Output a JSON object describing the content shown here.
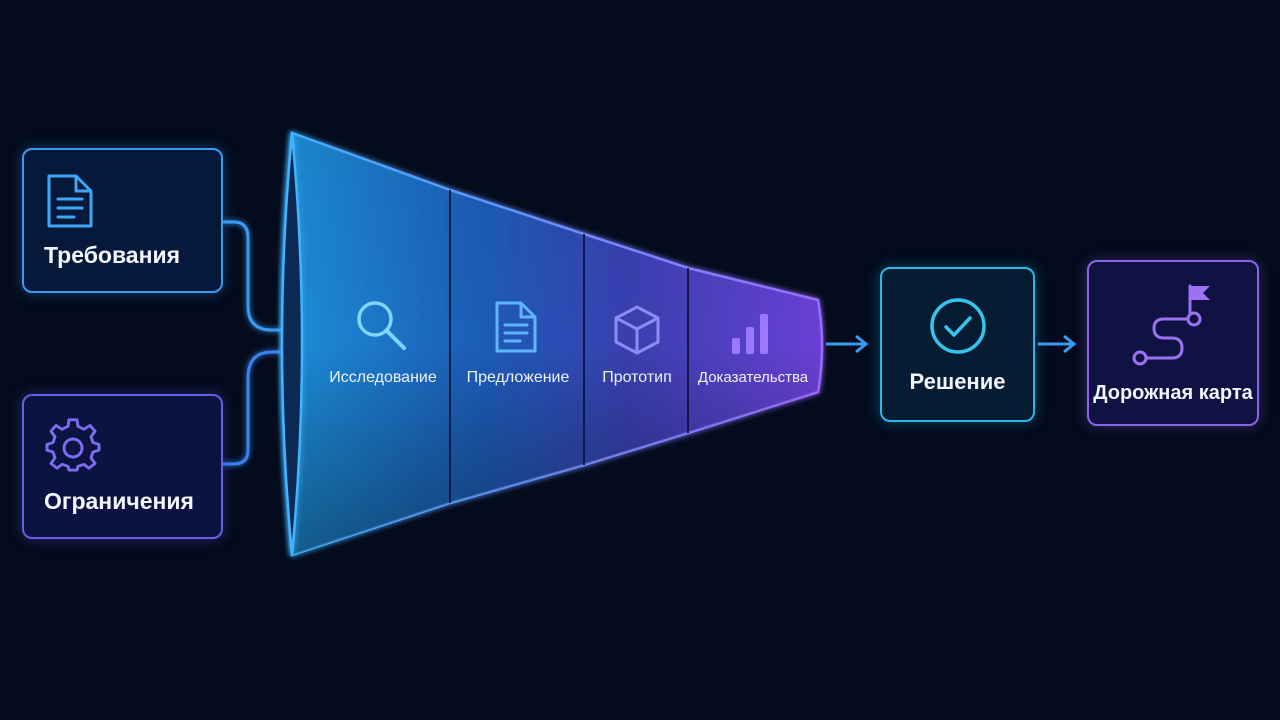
{
  "inputs": {
    "requirements": {
      "label": "Требования",
      "icon": "document-icon"
    },
    "constraints": {
      "label": "Ограничения",
      "icon": "gear-icon"
    }
  },
  "funnel": {
    "stages": [
      {
        "label": "Исследование",
        "icon": "search-icon"
      },
      {
        "label": "Предложение",
        "icon": "document-icon"
      },
      {
        "label": "Прототип",
        "icon": "cube-icon"
      },
      {
        "label": "Доказательства",
        "icon": "bar-chart-icon"
      }
    ]
  },
  "outputs": {
    "solution": {
      "label": "Решение",
      "icon": "check-circle-icon"
    },
    "roadmap": {
      "label": "Дорожная карта",
      "icon": "route-flag-icon"
    }
  },
  "colors": {
    "background": "#030b1d",
    "blue": "#3a9bf0",
    "cyan": "#27b8e6",
    "violet": "#8a64ea"
  }
}
